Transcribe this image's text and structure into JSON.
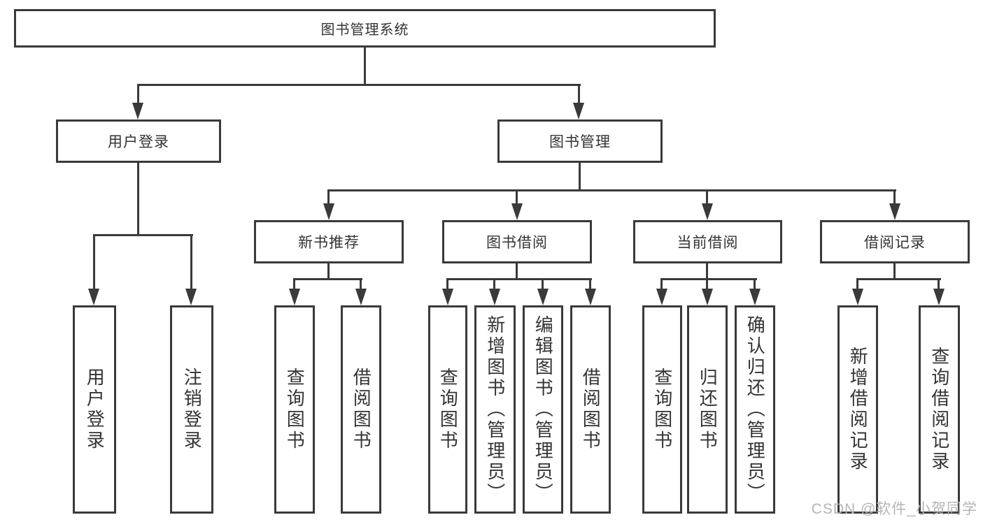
{
  "diagram": {
    "root": "图书管理系统",
    "branches": [
      {
        "label": "用户登录",
        "children": [
          {
            "label": "用户登录"
          },
          {
            "label": "注销登录"
          }
        ]
      },
      {
        "label": "图书管理",
        "children": [
          {
            "label": "新书推荐",
            "children": [
              {
                "label": "查询图书"
              },
              {
                "label": "借阅图书"
              }
            ]
          },
          {
            "label": "图书借阅",
            "children": [
              {
                "label": "查询图书"
              },
              {
                "label": "新增图书（管理员）"
              },
              {
                "label": "编辑图书（管理员）"
              },
              {
                "label": "借阅图书"
              }
            ]
          },
          {
            "label": "当前借阅",
            "children": [
              {
                "label": "查询图书"
              },
              {
                "label": "归还图书"
              },
              {
                "label": "确认归还（管理员）"
              }
            ]
          },
          {
            "label": "借阅记录",
            "children": [
              {
                "label": "新增借阅记录"
              },
              {
                "label": "查询借阅记录"
              }
            ]
          }
        ]
      }
    ]
  },
  "watermark": {
    "text": "CSDN @软件_小贺同学"
  },
  "colors": {
    "line": "#3a3a3a",
    "text": "#333333",
    "watermark": "#b5b5b5",
    "bg": "#ffffff"
  }
}
